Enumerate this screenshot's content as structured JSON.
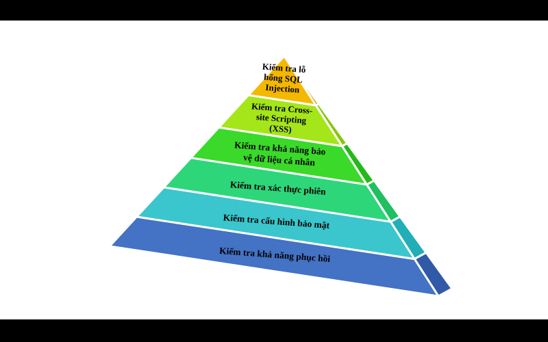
{
  "colors": {
    "background": "#ffffff",
    "frame": "#000000",
    "outline": "#ffffff"
  },
  "pyramid": {
    "levels": [
      {
        "label_lines": [
          "Kiểm tra lỗ",
          "hổng SQL",
          "Injection"
        ],
        "front_color": "#f5b800",
        "side_color": "#d49a00"
      },
      {
        "label_lines": [
          "Kiểm tra Cross-",
          "site Scripting",
          "(XSS)"
        ],
        "front_color": "#a4e61a",
        "side_color": "#86c80c"
      },
      {
        "label_lines": [
          "Kiểm tra khả năng bảo",
          "vệ dữ liệu cá nhân"
        ],
        "front_color": "#3ad92a",
        "side_color": "#24b91a"
      },
      {
        "label_lines": [
          "Kiểm tra xác thực phiên"
        ],
        "front_color": "#2ed67a",
        "side_color": "#1fbf62"
      },
      {
        "label_lines": [
          "Kiểm tra cấu hình bảo mật"
        ],
        "front_color": "#3ac6cc",
        "side_color": "#22aeb6"
      },
      {
        "label_lines": [
          "Kiểm tra khả năng phục hồi"
        ],
        "front_color": "#4472c4",
        "side_color": "#3159a8"
      }
    ]
  }
}
